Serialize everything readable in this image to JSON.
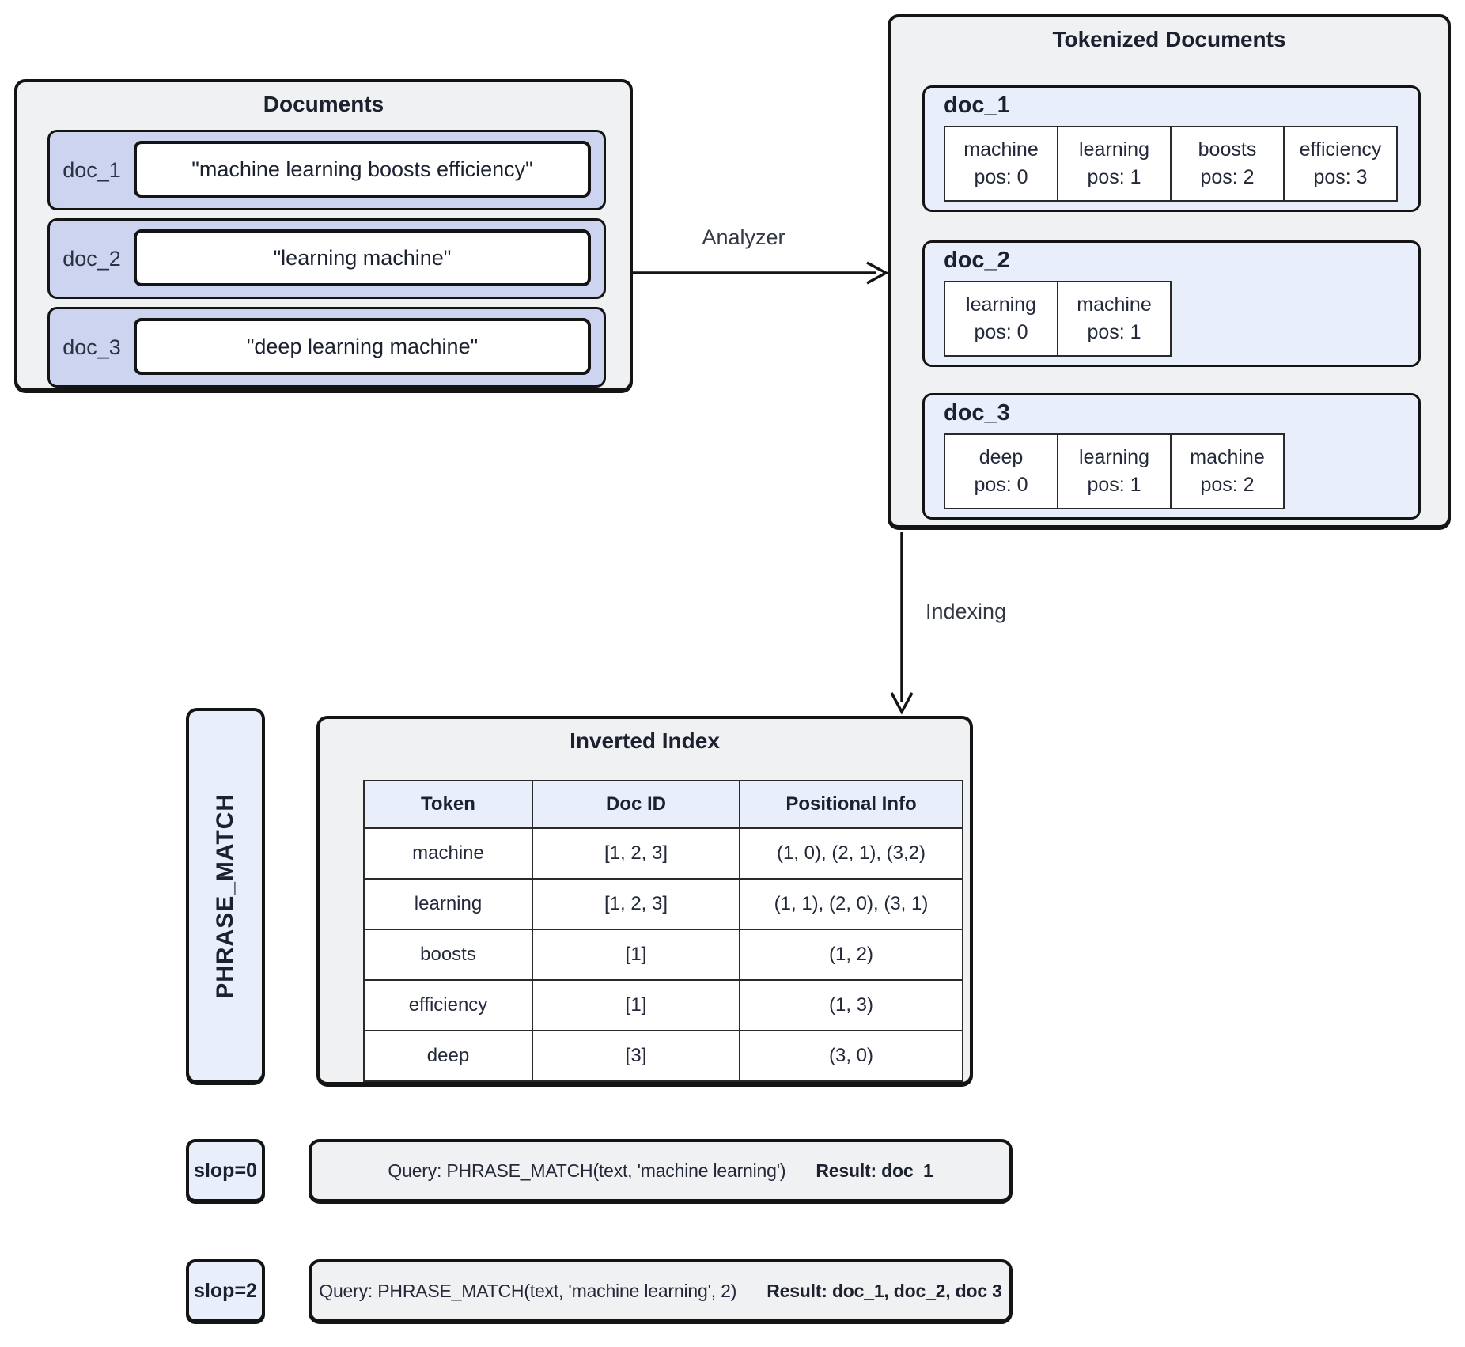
{
  "documents_panel": {
    "title": "Documents",
    "docs": [
      {
        "id": "doc_1",
        "text": "\"machine learning boosts efficiency\""
      },
      {
        "id": "doc_2",
        "text": "\"learning machine\""
      },
      {
        "id": "doc_3",
        "text": "\"deep learning machine\""
      }
    ]
  },
  "analyzer_arrow": {
    "label": "Analyzer"
  },
  "tokenized_panel": {
    "title": "Tokenized Documents",
    "docs": [
      {
        "id": "doc_1",
        "tokens": [
          {
            "term": "machine",
            "pos": "pos: 0"
          },
          {
            "term": "learning",
            "pos": "pos: 1"
          },
          {
            "term": "boosts",
            "pos": "pos: 2"
          },
          {
            "term": "efficiency",
            "pos": "pos: 3"
          }
        ]
      },
      {
        "id": "doc_2",
        "tokens": [
          {
            "term": "learning",
            "pos": "pos: 0"
          },
          {
            "term": "machine",
            "pos": "pos: 1"
          }
        ]
      },
      {
        "id": "doc_3",
        "tokens": [
          {
            "term": "deep",
            "pos": "pos: 0"
          },
          {
            "term": "learning",
            "pos": "pos: 1"
          },
          {
            "term": "machine",
            "pos": "pos: 2"
          }
        ]
      }
    ]
  },
  "indexing_arrow": {
    "label": "Indexing"
  },
  "phrase_match_label": "PHRASE_MATCH",
  "inverted_index": {
    "title": "Inverted Index",
    "columns": [
      "Token",
      "Doc ID",
      "Positional Info"
    ],
    "rows": [
      {
        "token": "machine",
        "doc_id": "[1, 2, 3]",
        "positions": "(1, 0), (2, 1), (3,2)"
      },
      {
        "token": "learning",
        "doc_id": "[1, 2, 3]",
        "positions": "(1, 1), (2, 0), (3, 1)"
      },
      {
        "token": "boosts",
        "doc_id": "[1]",
        "positions": "(1, 2)"
      },
      {
        "token": "efficiency",
        "doc_id": "[1]",
        "positions": "(1, 3)"
      },
      {
        "token": "deep",
        "doc_id": "[3]",
        "positions": "(3, 0)"
      }
    ]
  },
  "queries": [
    {
      "slop": "slop=0",
      "query": "Query: PHRASE_MATCH(text, 'machine learning')",
      "result": "Result: doc_1"
    },
    {
      "slop": "slop=2",
      "query": "Query: PHRASE_MATCH(text, 'machine learning', 2)",
      "result": "Result: doc_1, doc_2, doc 3"
    }
  ],
  "colors": {
    "panel_bg": "#f0f1f3",
    "lavender": "#ccd4ef",
    "light_blue": "#e9eefb",
    "border": "#141414"
  }
}
